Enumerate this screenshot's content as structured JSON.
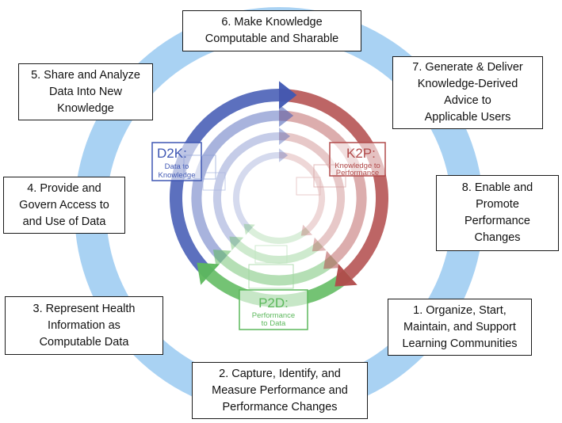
{
  "colors": {
    "outer_ring": "#a9d2f3",
    "d2k_blue": "#3f57b3",
    "k2p_red": "#b14a4a",
    "p2d_green": "#5cb85c"
  },
  "steps": [
    {
      "id": "s1",
      "text": "1. Organize, Start,\nMaintain, and Support\nLearning Communities"
    },
    {
      "id": "s2",
      "text": "2. Capture, Identify, and\nMeasure Performance and\nPerformance Changes"
    },
    {
      "id": "s3",
      "text": "3. Represent Health\nInformation as\nComputable Data"
    },
    {
      "id": "s4",
      "text": "4. Provide and\nGovern Access to\nand Use of Data"
    },
    {
      "id": "s5",
      "text": "5. Share and Analyze\nData Into New\nKnowledge"
    },
    {
      "id": "s6",
      "text": "6. Make Knowledge\nComputable and Sharable"
    },
    {
      "id": "s7",
      "text": "7. Generate & Deliver\nKnowledge-Derived\nAdvice to\nApplicable Users"
    },
    {
      "id": "s8",
      "text": "8. Enable and\nPromote\nPerformance\nChanges"
    }
  ],
  "cycle_labels": {
    "d2k": {
      "code": "D2K:",
      "desc": "Data to\nKnowledge"
    },
    "k2p": {
      "code": "K2P:",
      "desc": "Knowledge to\nPerformance"
    },
    "p2d": {
      "code": "P2D:",
      "desc": "Performance\nto Data"
    }
  }
}
